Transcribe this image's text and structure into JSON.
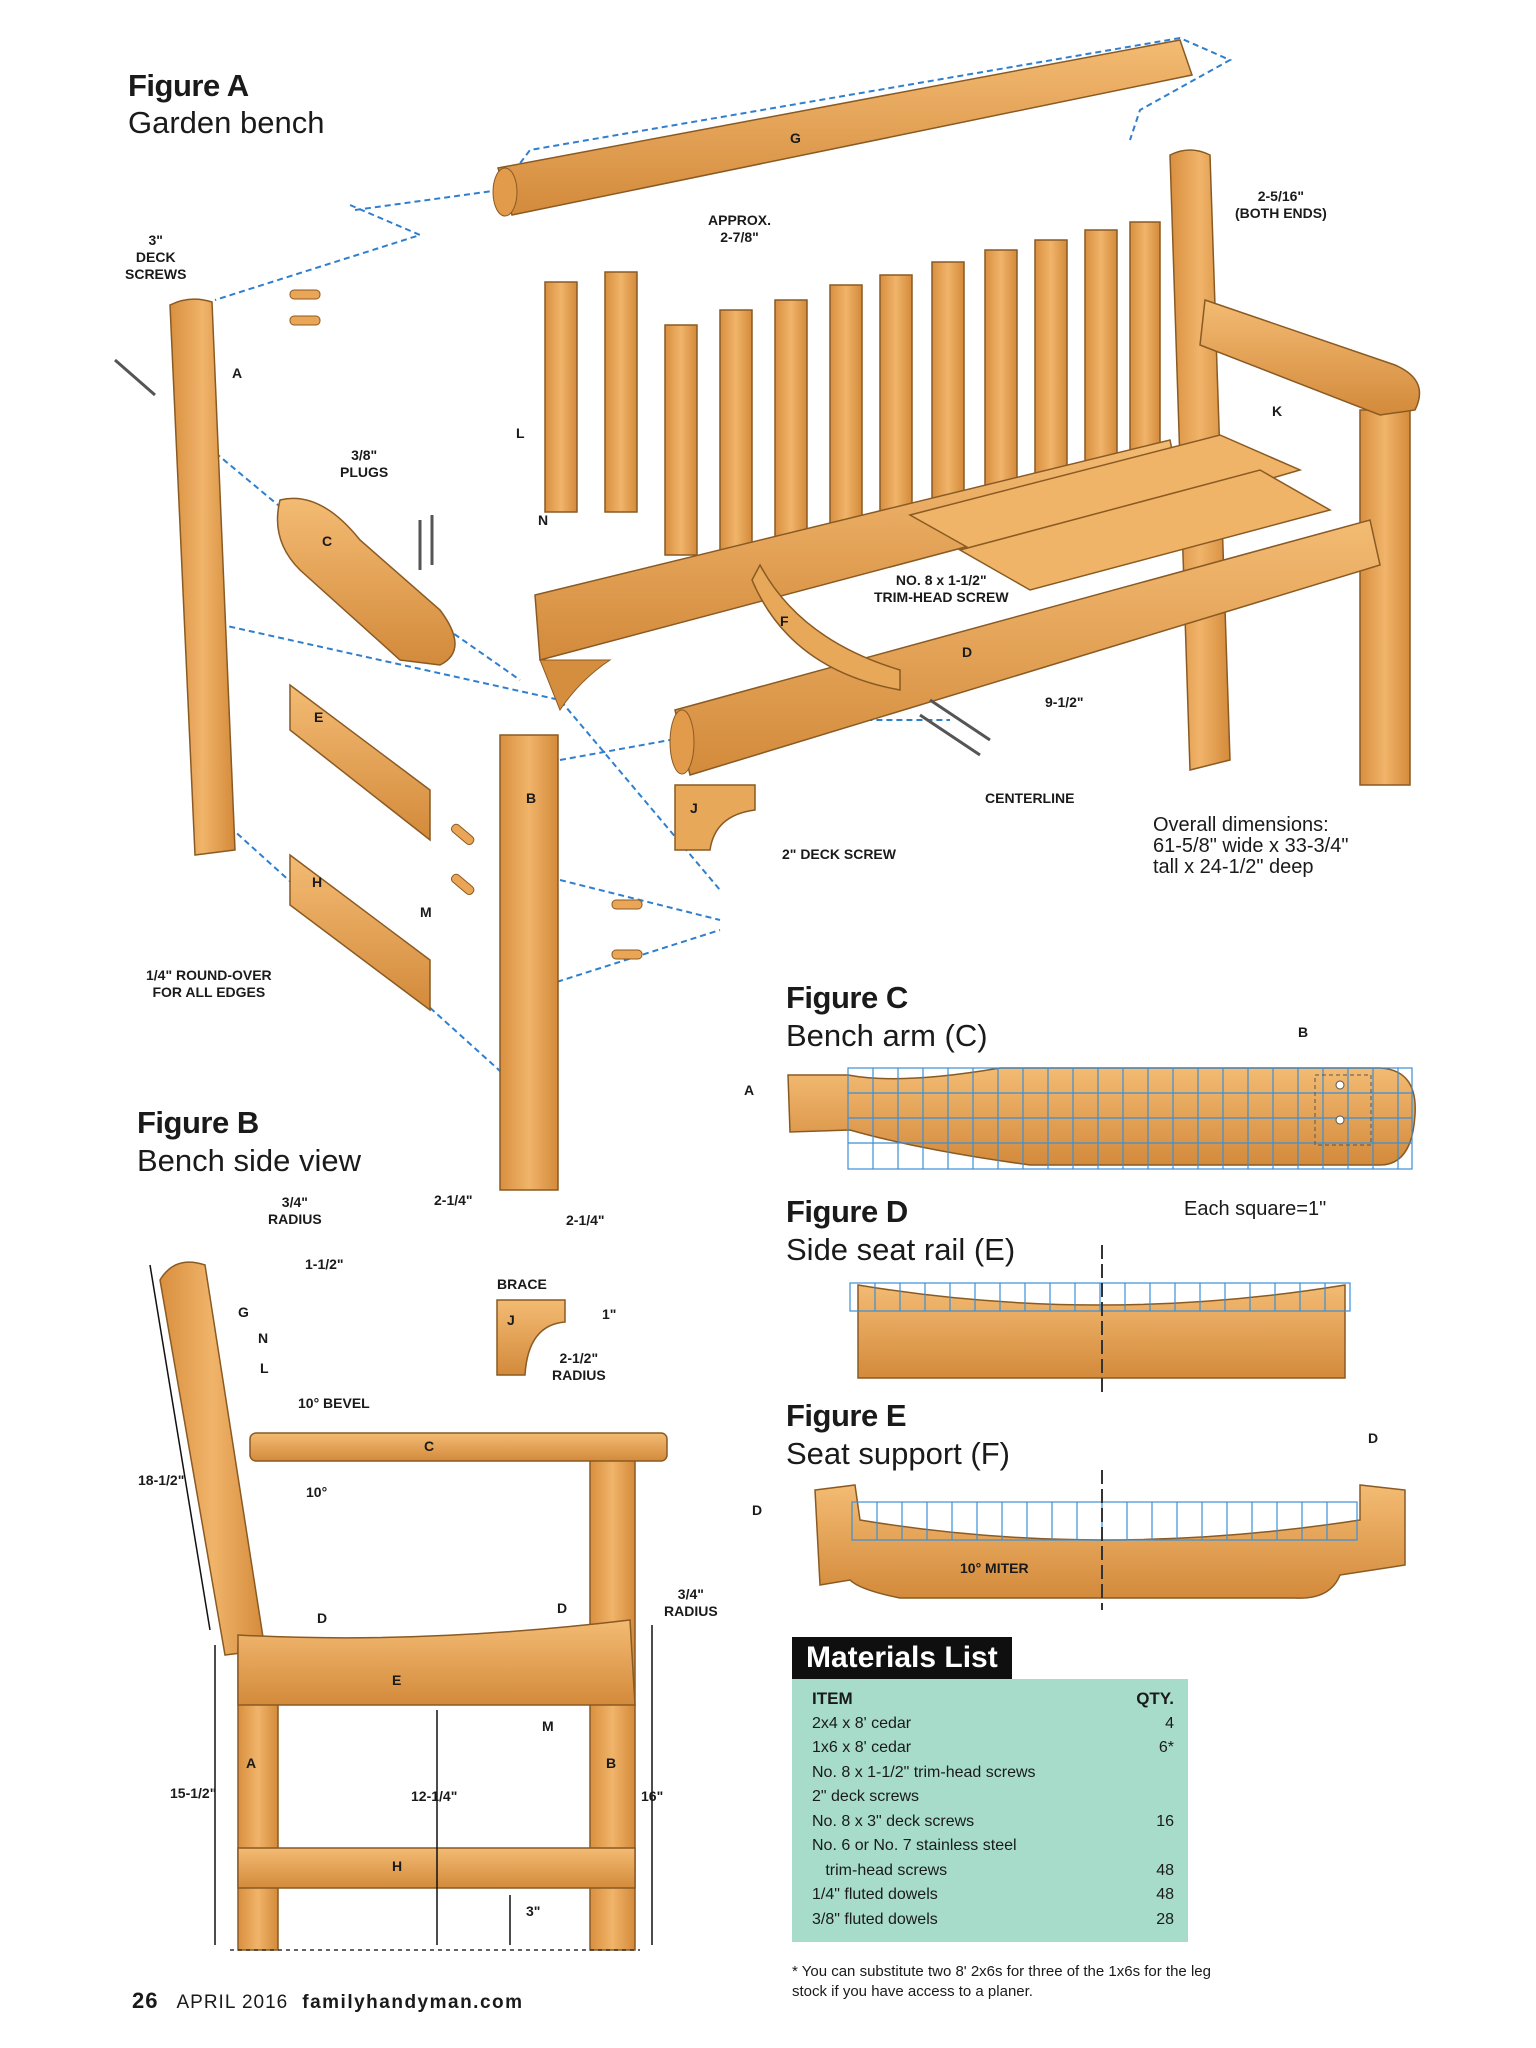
{
  "figure_a": {
    "title": "Figure A",
    "subtitle": "Garden bench",
    "labels": {
      "deck_screws_3": "3\"\nDECK\nSCREWS",
      "a": "A",
      "plugs": "3/8\"\nPLUGS",
      "c": "C",
      "l": "L",
      "n": "N",
      "e": "E",
      "m": "M",
      "h": "H",
      "b": "B",
      "g": "G",
      "approx": "APPROX.\n2-7/8\"",
      "both_ends": "2-5/16\"\n(BOTH ENDS)",
      "k": "K",
      "trim_screw": "NO. 8 x 1-1/2\"\nTRIM-HEAD SCREW",
      "f": "F",
      "d": "D",
      "dim_9_5": "9-1/2\"",
      "centerline": "CENTERLINE",
      "j": "J",
      "deck_screw_2": "2\" DECK SCREW",
      "round_over": "1/4\" ROUND-OVER\nFOR ALL EDGES",
      "dim_2_25_a": "2-1/4\"",
      "dim_2_25_b": "2-1/4\""
    },
    "overall": "Overall dimensions:\n61-5/8\" wide x 33-3/4\"\ntall x 24-1/2\" deep"
  },
  "figure_b": {
    "title": "Figure B",
    "subtitle": "Bench side view",
    "labels": {
      "radius_34": "3/4\"\nRADIUS",
      "dim_1_5": "1-1/2\"",
      "g": "G",
      "n": "N",
      "l": "L",
      "bevel": "10° BEVEL",
      "c": "C",
      "deg10": "10°",
      "dim_18_5": "18-1/2\"",
      "d_left": "D",
      "d_right": "D",
      "radius_34_b": "3/4\"\nRADIUS",
      "e": "E",
      "m": "M",
      "a": "A",
      "b": "B",
      "dim_15_5": "15-1/2\"",
      "dim_12_25": "12-1/4\"",
      "dim_16": "16\"",
      "h": "H",
      "dim_3": "3\"",
      "brace": "BRACE",
      "j": "J",
      "dim_1": "1\"",
      "radius_2_5": "2-1/2\"\nRADIUS"
    }
  },
  "figure_c": {
    "title": "Figure C",
    "subtitle": "Bench arm (C)",
    "label_a": "A",
    "label_b": "B"
  },
  "figure_d": {
    "title": "Figure D",
    "subtitle": "Side seat rail (E)",
    "each_square": "Each square=1\""
  },
  "figure_e": {
    "title": "Figure E",
    "subtitle": "Seat support (F)",
    "label_d_left": "D",
    "label_d_right": "D",
    "miter": "10° MITER"
  },
  "materials": {
    "title": "Materials List",
    "header": {
      "item": "ITEM",
      "qty": "QTY."
    },
    "rows": [
      {
        "item": "2x4 x 8' cedar",
        "qty": "4"
      },
      {
        "item": "1x6 x 8' cedar",
        "qty": "6*"
      },
      {
        "item": "No. 8 x 1-1/2\" trim-head screws",
        "qty": ""
      },
      {
        "item": "2\" deck screws",
        "qty": ""
      },
      {
        "item": "No. 8 x 3\" deck screws",
        "qty": "16"
      },
      {
        "item": "No. 6 or No. 7 stainless steel",
        "qty": ""
      },
      {
        "item": "   trim-head screws",
        "qty": "48"
      },
      {
        "item": "1/4\" fluted dowels",
        "qty": "48"
      },
      {
        "item": "3/8\" fluted dowels",
        "qty": "28"
      }
    ],
    "footnote": "* You can substitute two 8' 2x6s for three of the 1x6s for the leg stock if you have access to a planer."
  },
  "footer": {
    "page": "26",
    "issue": "APRIL 2016",
    "site": "familyhandyman.com"
  },
  "colors": {
    "wood": "#e8a85a",
    "wood_dark": "#c97f33",
    "grid": "#3b8fd6",
    "dash": "#2f7fcf",
    "mint": "#a7dccb"
  }
}
